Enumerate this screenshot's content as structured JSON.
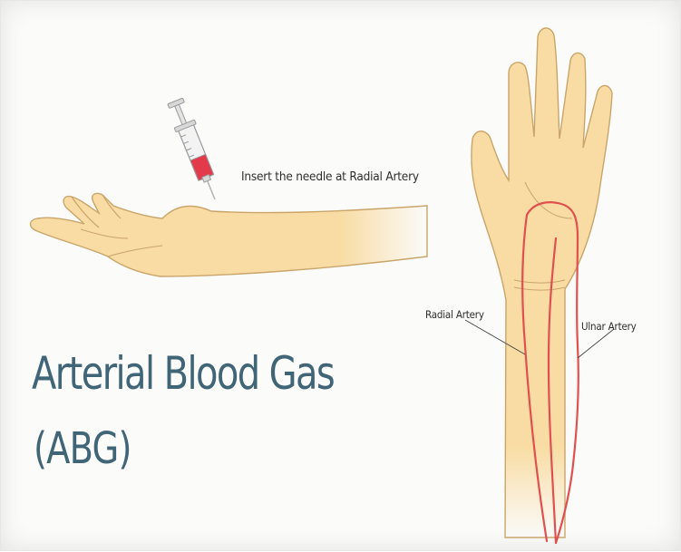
{
  "title": "Arterial Blood Gas",
  "subtitle": "(ABG)",
  "labels": {
    "needle_instruction": "Insert the needle at Radial Artery",
    "radial_artery": "Radial Artery",
    "ulnar_artery": "Ulnar Artery"
  },
  "colors": {
    "skin": "#f8dca3",
    "skin_outline": "#c9a56a",
    "artery": "#e0504f",
    "title": "#3f6577",
    "blood": "#e23a4b"
  }
}
